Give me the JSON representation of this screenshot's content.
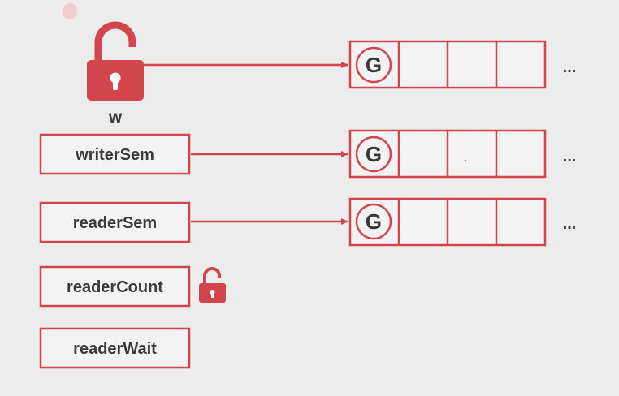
{
  "diagram": {
    "accent_color": "#d2454d",
    "lock_label": "w",
    "fields": [
      {
        "label": "writerSem"
      },
      {
        "label": "readerSem"
      },
      {
        "label": "readerCount"
      },
      {
        "label": "readerWait"
      }
    ],
    "queue_item_label": "G",
    "ellipsis": "...",
    "queues": [
      {
        "source": "w"
      },
      {
        "source": "writerSem"
      },
      {
        "source": "readerSem"
      }
    ]
  }
}
